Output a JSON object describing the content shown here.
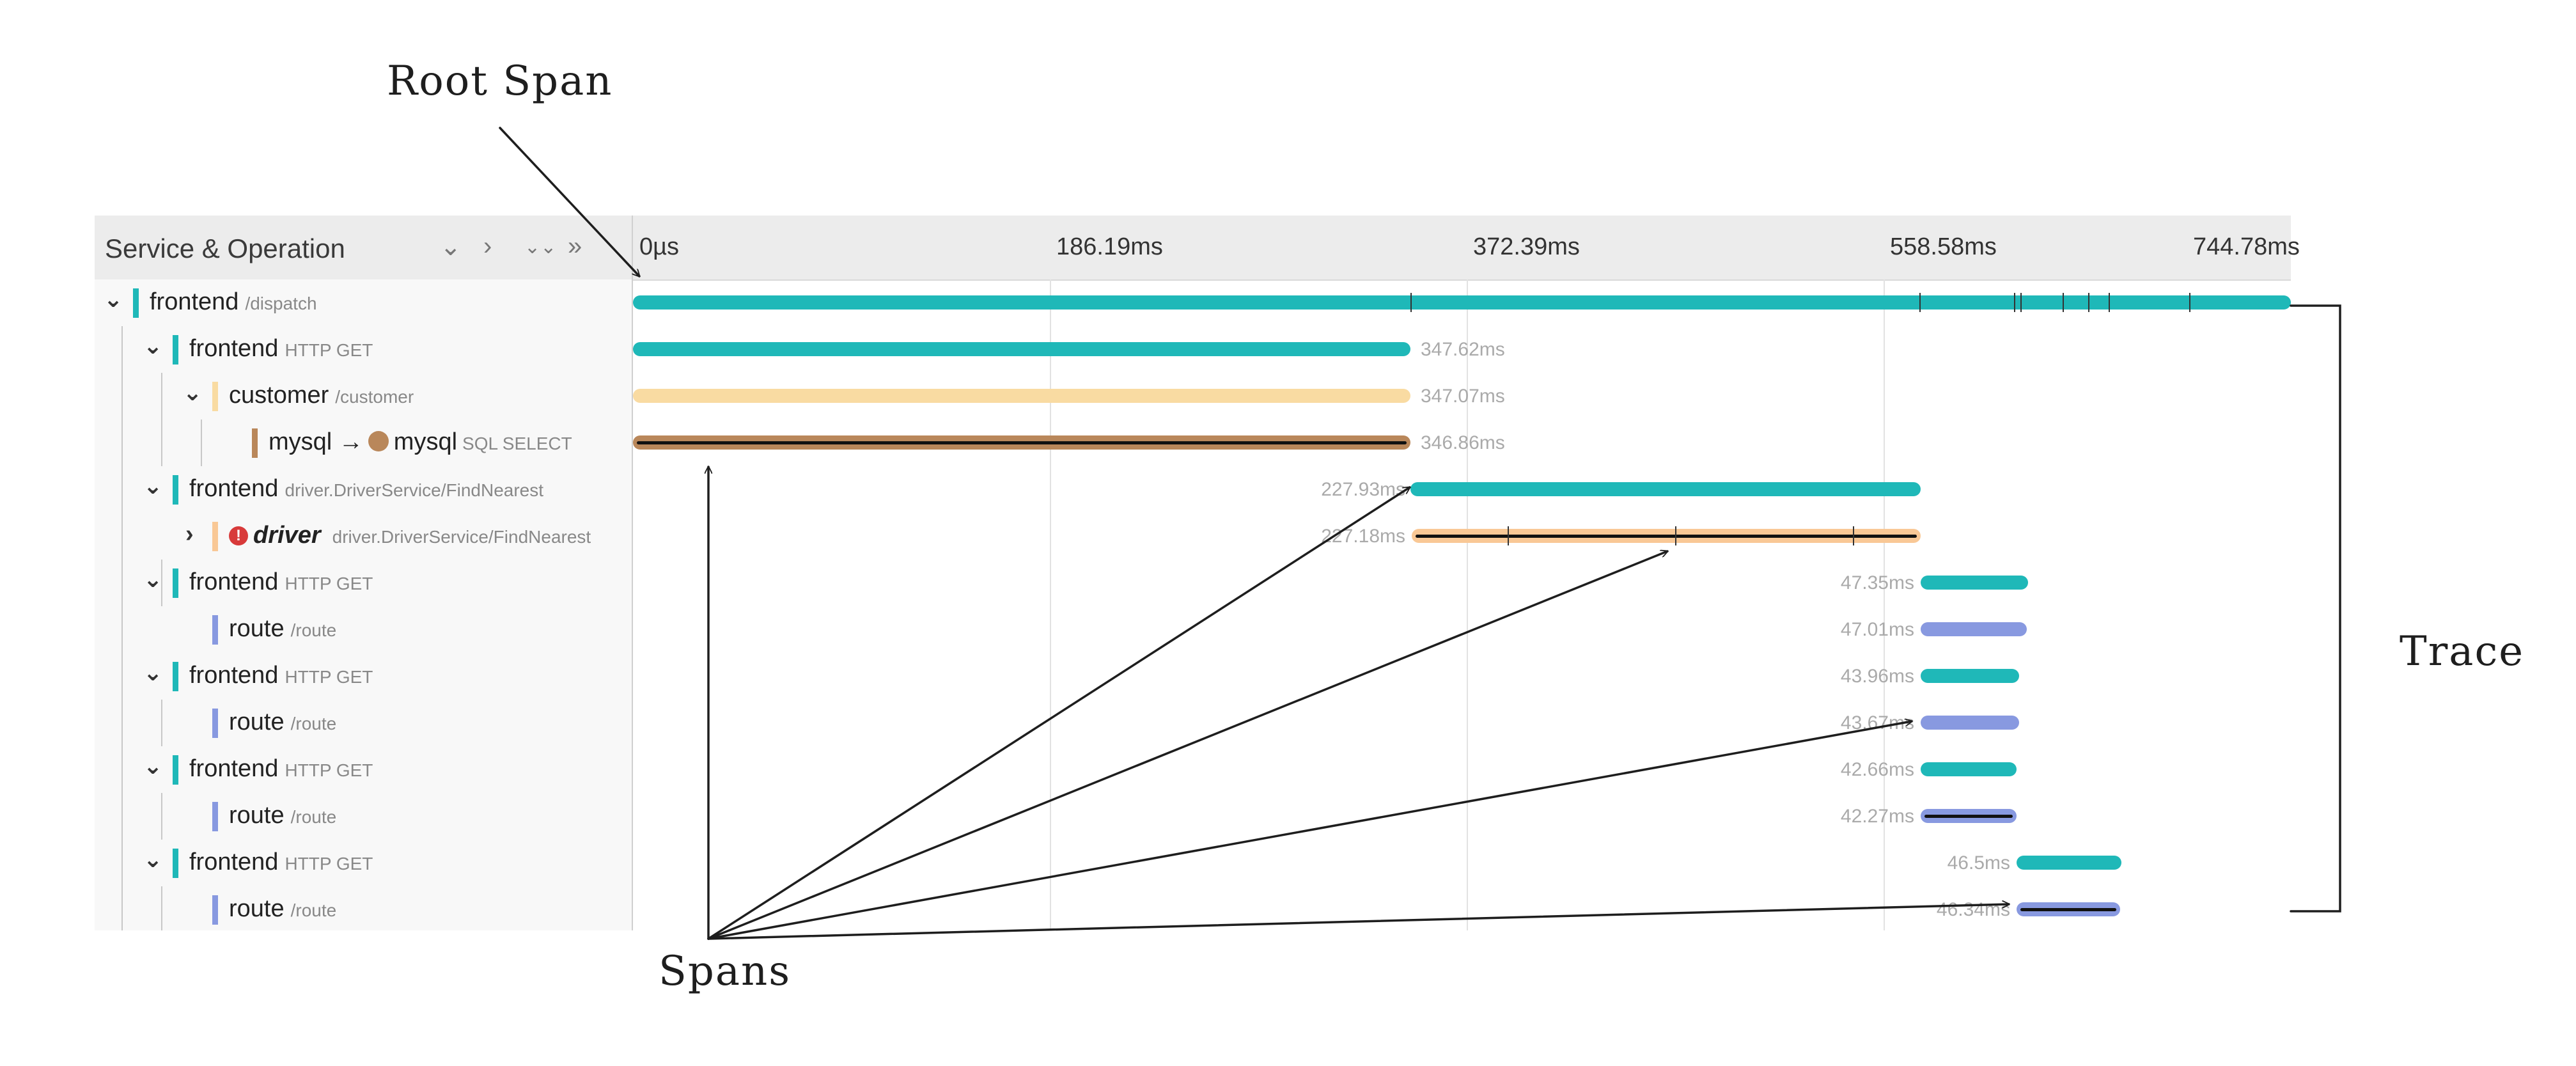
{
  "annotations": {
    "root_span": "Root Span",
    "trace": "Trace",
    "spans": "Spans"
  },
  "header": {
    "title": "Service & Operation",
    "controls": [
      "⌄",
      "›",
      "⌄⌄",
      "»"
    ],
    "ticks": [
      "0µs",
      "186.19ms",
      "372.39ms",
      "558.58ms",
      "744.78ms"
    ]
  },
  "rows": [
    {
      "service": "frontend",
      "operation": "/dispatch",
      "color": "#1fb8b8",
      "duration": "",
      "depth": 0,
      "expanded": true
    },
    {
      "service": "frontend",
      "operation": "HTTP GET",
      "color": "#1fb8b8",
      "duration": "347.62ms",
      "depth": 1,
      "expanded": true
    },
    {
      "service": "customer",
      "operation": "/customer",
      "color": "#f9dba2",
      "duration": "347.07ms",
      "depth": 2,
      "expanded": true
    },
    {
      "service": "mysql",
      "peer": "mysql",
      "operation": "SQL SELECT",
      "color": "#b9875a",
      "duration": "346.86ms",
      "depth": 3
    },
    {
      "service": "frontend",
      "operation": "driver.DriverService/FindNearest",
      "color": "#1fb8b8",
      "duration": "227.93ms",
      "depth": 1,
      "expanded": true
    },
    {
      "service": "driver",
      "operation": "driver.DriverService/FindNearest",
      "color": "#f9c896",
      "duration": "227.18ms",
      "depth": 2,
      "expanded": false,
      "error": "!"
    },
    {
      "service": "frontend",
      "operation": "HTTP GET",
      "color": "#1fb8b8",
      "duration": "47.35ms",
      "depth": 1,
      "expanded": true
    },
    {
      "service": "route",
      "operation": "/route",
      "color": "#8899e0",
      "duration": "47.01ms",
      "depth": 2
    },
    {
      "service": "frontend",
      "operation": "HTTP GET",
      "color": "#1fb8b8",
      "duration": "43.96ms",
      "depth": 1,
      "expanded": true
    },
    {
      "service": "route",
      "operation": "/route",
      "color": "#8899e0",
      "duration": "43.67ms",
      "depth": 2
    },
    {
      "service": "frontend",
      "operation": "HTTP GET",
      "color": "#1fb8b8",
      "duration": "42.66ms",
      "depth": 1,
      "expanded": true
    },
    {
      "service": "route",
      "operation": "/route",
      "color": "#8899e0",
      "duration": "42.27ms",
      "depth": 2
    },
    {
      "service": "frontend",
      "operation": "HTTP GET",
      "color": "#1fb8b8",
      "duration": "46.5ms",
      "depth": 1,
      "expanded": true
    },
    {
      "service": "route",
      "operation": "/route",
      "color": "#8899e0",
      "duration": "46.34ms",
      "depth": 2
    }
  ]
}
